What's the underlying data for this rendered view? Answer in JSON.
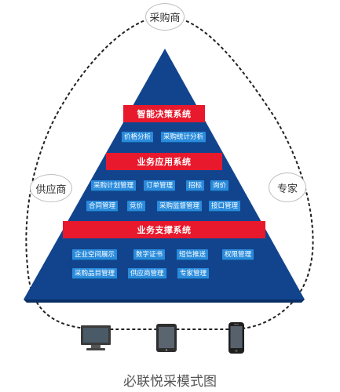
{
  "nodes": {
    "top": "采购商",
    "left": "供应商",
    "right": "专家"
  },
  "layers": {
    "top": {
      "title": "智能决策系统",
      "chips": [
        "价格分析",
        "采购统计分析"
      ]
    },
    "middle": {
      "title": "业务应用系统",
      "row1": [
        "采购计划管理",
        "订单管理",
        "招标",
        "询价"
      ],
      "row2": [
        "合同管理",
        "竞价",
        "采购监督管理",
        "接口管理"
      ]
    },
    "bottom": {
      "title": "业务支撑系统",
      "row1": [
        "企业空间展示",
        "数字证书",
        "短信推送",
        "权限管理"
      ],
      "row2": [
        "采购品目管理",
        "供应商管理",
        "专家管理"
      ]
    }
  },
  "devices": [
    "monitor-icon",
    "tablet-icon",
    "phone-icon"
  ],
  "caption": "必联悦采模式图",
  "colors": {
    "pyramid": "#12448e",
    "band": "#e8192c",
    "chip": "#2a8bdc"
  }
}
